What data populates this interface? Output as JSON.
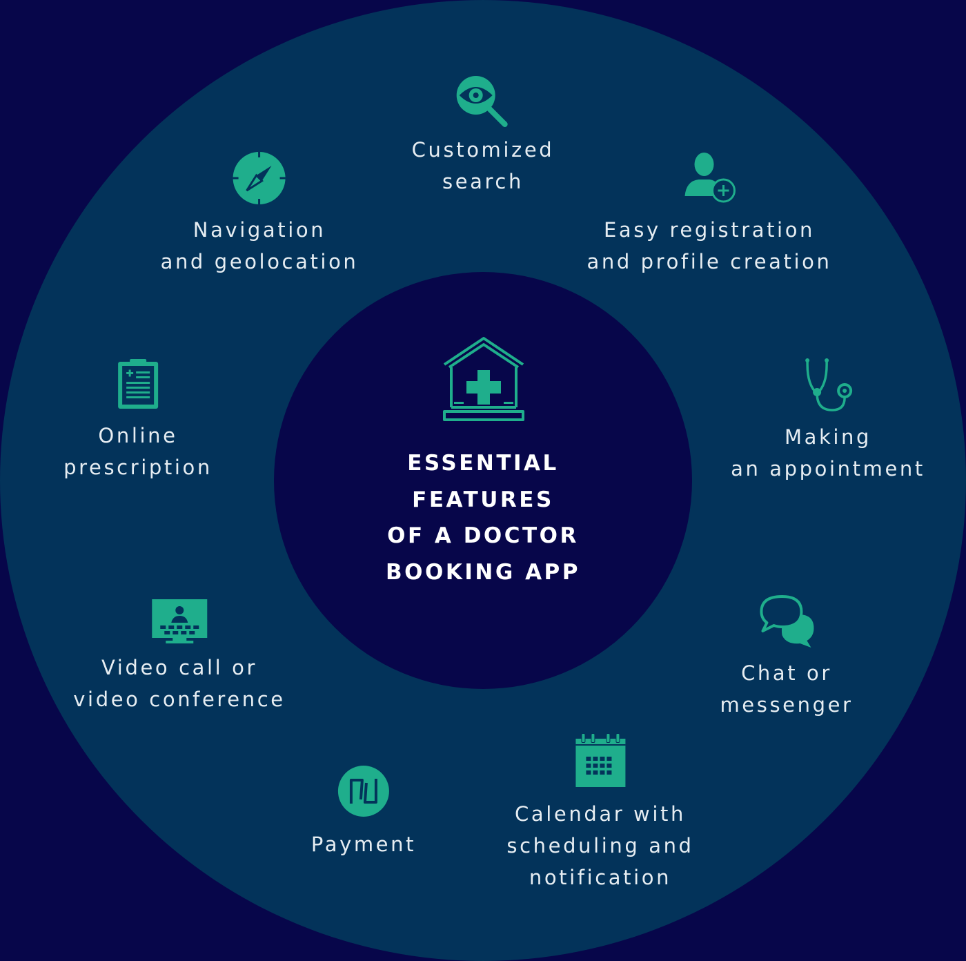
{
  "center": {
    "title": "ESSENTIAL\nFEATURES\nOF A DOCTOR\nBOOKING APP",
    "icon": "clinic-house-icon"
  },
  "features": {
    "search": {
      "label": "Customized\nsearch",
      "icon": "eye-search-icon"
    },
    "navigation": {
      "label": "Navigation\nand geolocation",
      "icon": "compass-icon"
    },
    "registration": {
      "label": "Easy registration\nand profile creation",
      "icon": "user-add-icon"
    },
    "prescription": {
      "label": "Online\nprescription",
      "icon": "clipboard-icon"
    },
    "appointment": {
      "label": "Making\nan appointment",
      "icon": "stethoscope-icon"
    },
    "video": {
      "label": "Video call or\nvideo conference",
      "icon": "video-conference-icon"
    },
    "chat": {
      "label": "Chat or\nmessenger",
      "icon": "chat-bubbles-icon"
    },
    "payment": {
      "label": "Payment",
      "icon": "payment-icon"
    },
    "calendar": {
      "label": "Calendar with\nscheduling and\nnotification",
      "icon": "calendar-icon"
    }
  },
  "colors": {
    "background": "#07064a",
    "ring": "#03335a",
    "accent": "#1fae8c",
    "text": "#e6edf2"
  }
}
